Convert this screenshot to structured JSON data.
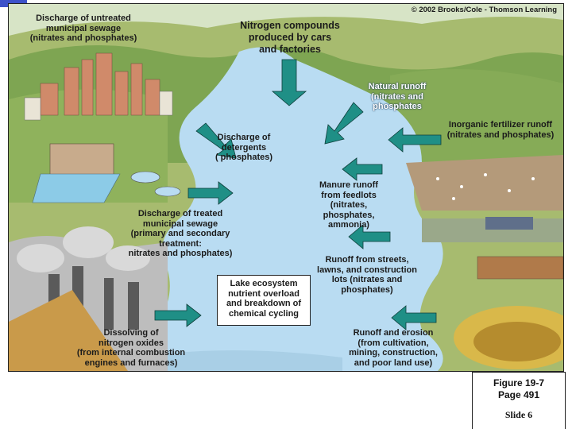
{
  "copyright": "© 2002 Brooks/Cole - Thomson Learning",
  "colors": {
    "lake": "#b9dcf2",
    "arrow": "#1f8f86",
    "land": "#9fb56a",
    "hills": "#6e9a48"
  },
  "labels": {
    "untreated_sewage": "Discharge of untreated\nmunicipal sewage\n(nitrates and phosphates)",
    "nitrogen_compounds": "Nitrogen compounds\nproduced by cars\nand factories",
    "natural_runoff": "Natural runoff\n(nitrates and\nphosphates",
    "inorganic_fertilizer": "Inorganic fertilizer runoff\n(nitrates and phosphates)",
    "detergents": "Discharge of\ndetergents\n( phosphates)",
    "manure_runoff": "Manure runoff\nfrom feedlots\n(nitrates,\nphosphates,\nammonia)",
    "treated_sewage": "Discharge of treated\nmunicipal sewage\n(primary and secondary\ntreatment:\nnitrates and phosphates)",
    "streets_runoff": "Runoff from streets,\nlawns, and construction\nlots (nitrates and\nphosphates)",
    "lake_ecosystem": "Lake ecosystem\nnutrient overload\nand breakdown of\nchemical cycling",
    "nitrogen_oxides": "Dissolving of\nnitrogen oxides\n(from internal combustion\nengines and furnaces)",
    "runoff_erosion": "Runoff and erosion\n(from cultivation,\nmining, construction,\nand poor land use)"
  },
  "figure": {
    "line1": "Figure 19-7",
    "line2": "Page 491",
    "slide": "Slide 6"
  }
}
